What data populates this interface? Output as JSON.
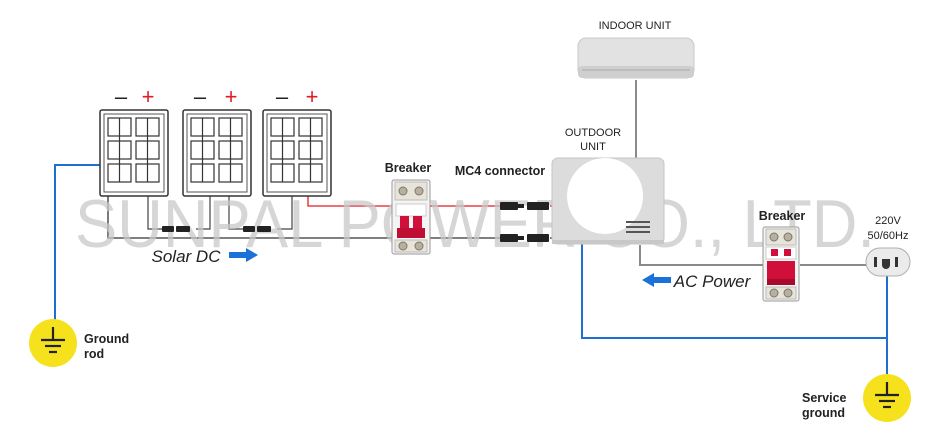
{
  "watermark": "SUNPAL POWER CO., LTD.",
  "panels": [
    {
      "minus": "–",
      "plus": "+"
    },
    {
      "minus": "–",
      "plus": "+"
    },
    {
      "minus": "–",
      "plus": "+"
    }
  ],
  "labels": {
    "indoor_unit": "INDOOR UNIT",
    "outdoor_unit_line1": "OUTDOOR",
    "outdoor_unit_line2": "UNIT",
    "breaker_dc": "Breaker",
    "mc4_connector": "MC4 connector",
    "breaker_ac": "Breaker",
    "voltage": "220V",
    "frequency": "50/60Hz",
    "solar_dc": "Solar DC",
    "ac_power": "AC Power",
    "ground_rod_line1": "Ground",
    "ground_rod_line2": "rod",
    "service_ground_line1": "Service",
    "service_ground_line2": "ground"
  },
  "colors": {
    "ground_wire": "#1e6fd0",
    "positive_wire": "#e21b23",
    "negative_wire": "#333333",
    "ac_wire": "#8a8a8a",
    "breaker_red": "#d0103a",
    "ground_yellow": "#f5e11c",
    "arrow_blue": "#1a72d8",
    "watermark": "#c8c8c8"
  },
  "icons": {
    "solar_panel": "solar-panel-icon",
    "breaker": "breaker-icon",
    "ground": "ground-symbol-icon",
    "outlet": "outlet-icon",
    "fan": "fan-icon"
  }
}
